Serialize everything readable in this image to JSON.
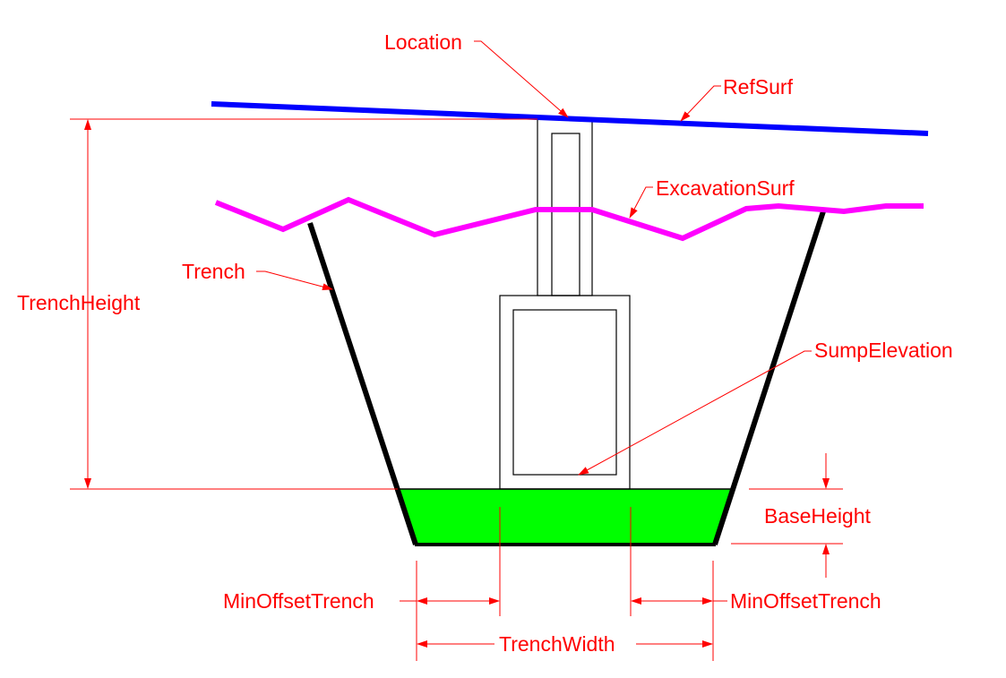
{
  "colors": {
    "annotation": "#ff0000",
    "ref_surface": "#0000ff",
    "excavation_surface": "#ff00ff",
    "trench_wall": "#000000",
    "base_fill": "#00ff00",
    "structure_outline": "#000000"
  },
  "labels": {
    "location": "Location",
    "ref_surf": "RefSurf",
    "excavation_surf": "ExcavationSurf",
    "trench": "Trench",
    "trench_height": "TrenchHeight",
    "sump_elevation": "SumpElevation",
    "base_height": "BaseHeight",
    "min_offset_trench_left": "MinOffsetTrench",
    "min_offset_trench_right": "MinOffsetTrench",
    "trench_width": "TrenchWidth"
  }
}
